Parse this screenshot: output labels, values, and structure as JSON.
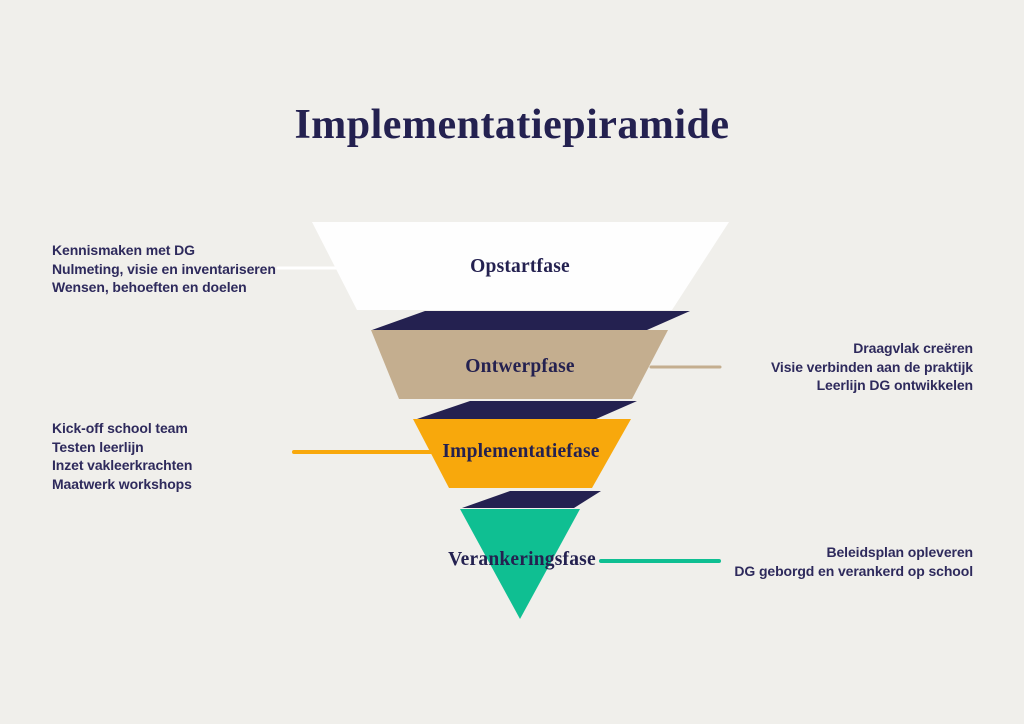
{
  "title": "Implementatiepiramide",
  "colors": {
    "background": "#f0efeb",
    "navy": "#242150",
    "text": "#2e2a5c",
    "connector_white": "#ffffff"
  },
  "funnel": {
    "layers": [
      {
        "label": "Opstartfase",
        "color": "#fefefe"
      },
      {
        "label": "Ontwerpfase",
        "color": "#c4ae8f"
      },
      {
        "label": "Implementatiefase",
        "color": "#f8a80c"
      },
      {
        "label": "Verankeringsfase",
        "color": "#0fbf92"
      }
    ]
  },
  "annotations": {
    "opstart_left": {
      "lines": [
        "Kennismaken met DG",
        "Nulmeting, visie en inventariseren",
        "Wensen, behoeften en doelen"
      ]
    },
    "ontwerp_right": {
      "lines": [
        "Draagvlak creëren",
        "Visie verbinden aan de praktijk",
        "Leerlijn DG ontwikkelen"
      ]
    },
    "implementatie_left": {
      "lines": [
        "Kick-off school team",
        "Testen leerlijn",
        "Inzet vakleerkrachten",
        "Maatwerk workshops"
      ]
    },
    "verankering_right": {
      "lines": [
        "Beleidsplan opleveren",
        "DG geborgd en verankerd op school"
      ]
    }
  }
}
